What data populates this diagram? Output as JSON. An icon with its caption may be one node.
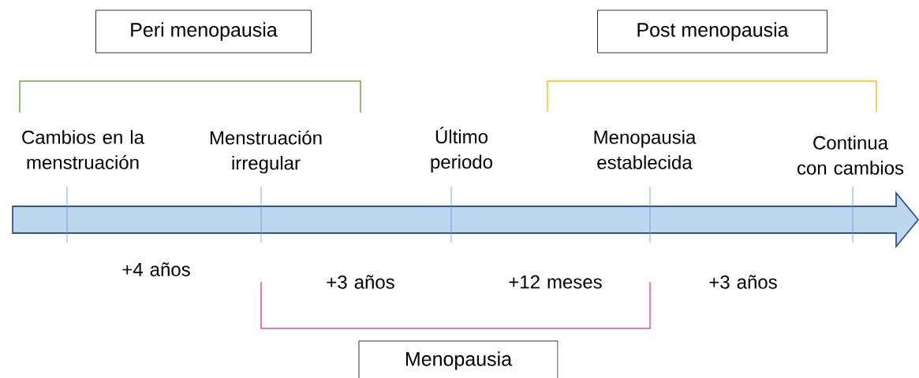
{
  "diagram": {
    "nodes": [
      {
        "text": [
          "Peri menopausia"
        ]
      },
      {
        "text": [
          "Post menopausia"
        ]
      },
      {
        "text": [
          "Menopausia"
        ]
      }
    ],
    "labels": [
      "Cambios en la menstruación",
      "Menstruación irregular",
      "Último periodo",
      "Menopausia establecida",
      "Continua con cambios",
      "+4 años",
      "+3 años",
      "+12 meses",
      "+3 años"
    ]
  }
}
